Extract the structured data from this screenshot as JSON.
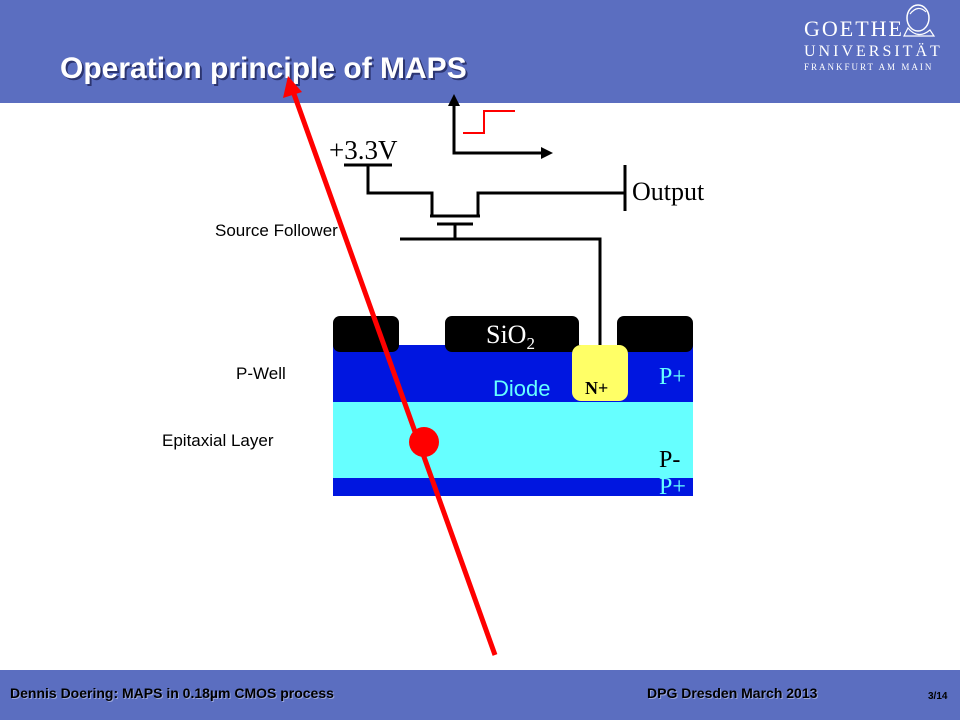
{
  "slide": {
    "title": "Operation principle of MAPS"
  },
  "logo": {
    "line1": "GOETHE",
    "line2": "UNIVERSITÄT",
    "line3": "FRANKFURT AM MAIN"
  },
  "diagram": {
    "supply_label": "+3.3V",
    "output_label": "Output",
    "source_follower_label": "Source Follower",
    "pwell_label": "P-Well",
    "epitaxial_label": "Epitaxial Layer",
    "sio2_label": "SiO",
    "sio2_subscript": "2",
    "diode_label": "Diode",
    "nplus_label": "N+",
    "pplus_top_label": "P+",
    "pminus_label": "P-",
    "pplus_bottom_label": "P+"
  },
  "footer": {
    "author": "Dennis Doering: MAPS in 0.18µm CMOS process",
    "event": "DPG Dresden March 2013",
    "page": "3/14"
  },
  "colors": {
    "header": "#5b6ec0",
    "pwell": "#0016e0",
    "epitaxial": "#66ffff",
    "nplus": "#ffff66",
    "oxide": "#000000",
    "track": "#ff0000"
  }
}
